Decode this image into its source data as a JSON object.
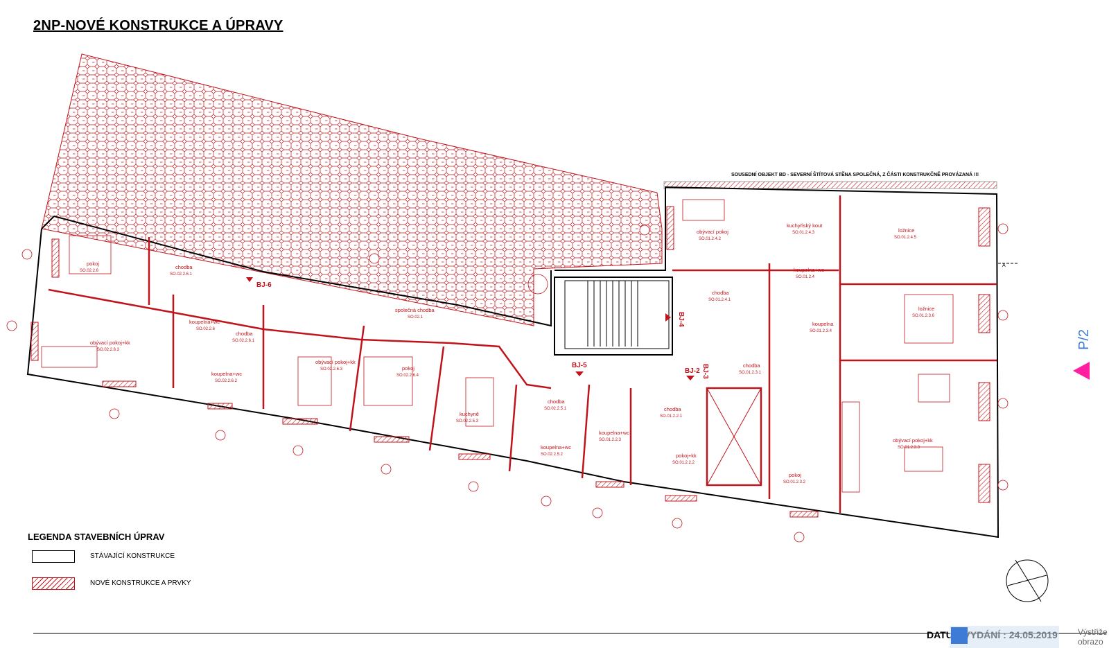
{
  "page": {
    "title": "2NP-NOVÉ KONSTRUKCE A ÚPRAVY",
    "neighbor_note": "SOUSEDNÍ OBJEKT BD - SEVERNÍ ŠTÍTOVÁ STĚNA SPOLEČNÁ, Z ČÁSTI KONSTRUKČNĚ PROVÁZANÁ !!!",
    "section_marker": "P/2",
    "section_a": "A",
    "date_label": "DATUM VYDÁNÍ : 24.05.2019",
    "snip_text_1": "Výstřiže",
    "snip_text_2": "obrazo"
  },
  "legend": {
    "title": "LEGENDA STAVEBNÍCH ÚPRAV",
    "existing": "STÁVAJÍCÍ KONSTRUKCE",
    "new": "NOVÉ KONSTRUKCE A PRVKY"
  },
  "units": {
    "bj6": "BJ-6",
    "bj5": "BJ-5",
    "bj4": "BJ-4",
    "bj2": "BJ-2",
    "bj3": "BJ-3"
  },
  "rooms": [
    {
      "name": "pokoj",
      "code": "SO.02.2.6"
    },
    {
      "name": "chodba",
      "code": "SO.02.2.6.1"
    },
    {
      "name": "obývací pokoj+kk",
      "code": "SO.02.2.6.3"
    },
    {
      "name": "koupelna+wc",
      "code": "SO.02.2.6"
    },
    {
      "name": "chodba",
      "code": "SO.02.2.6.1"
    },
    {
      "name": "koupelna+wc",
      "code": "SO.02.2.6.2"
    },
    {
      "name": "společná chodba",
      "code": "SO.02.1"
    },
    {
      "name": "obývací pokoj+kk",
      "code": "SO.02.2.6.3"
    },
    {
      "name": "pokoj",
      "code": "SO.02.2.6.4"
    },
    {
      "name": "kuchyně",
      "code": "SO.02.2.5.3"
    },
    {
      "name": "chodba",
      "code": "SO.02.2.5.1"
    },
    {
      "name": "koupelna+wc",
      "code": "SO.02.2.5.2"
    },
    {
      "name": "koupelna+wc",
      "code": "SO.01.2.2.3"
    },
    {
      "name": "chodba",
      "code": "SO.01.2.2.1"
    },
    {
      "name": "pokoj+kk",
      "code": "SO.01.2.2.2"
    },
    {
      "name": "obývací pokoj",
      "code": "SO.01.2.4.2"
    },
    {
      "name": "kuchyňský kout",
      "code": "SO.01.2.4.3"
    },
    {
      "name": "ložnice",
      "code": "SO.01.2.4.5"
    },
    {
      "name": "koupelna+wc",
      "code": "SO.01.2.4"
    },
    {
      "name": "chodba",
      "code": "SO.01.2.4.1"
    },
    {
      "name": "koupelna",
      "code": "SO.01.2.3.4"
    },
    {
      "name": "ložnice",
      "code": "SO.01.2.3.6"
    },
    {
      "name": "chodba",
      "code": "SO.01.2.3.1"
    },
    {
      "name": "pokoj",
      "code": "SO.01.2.3.2"
    },
    {
      "name": "obývací pokoj+kk",
      "code": "SO.01.2.3.3"
    }
  ]
}
